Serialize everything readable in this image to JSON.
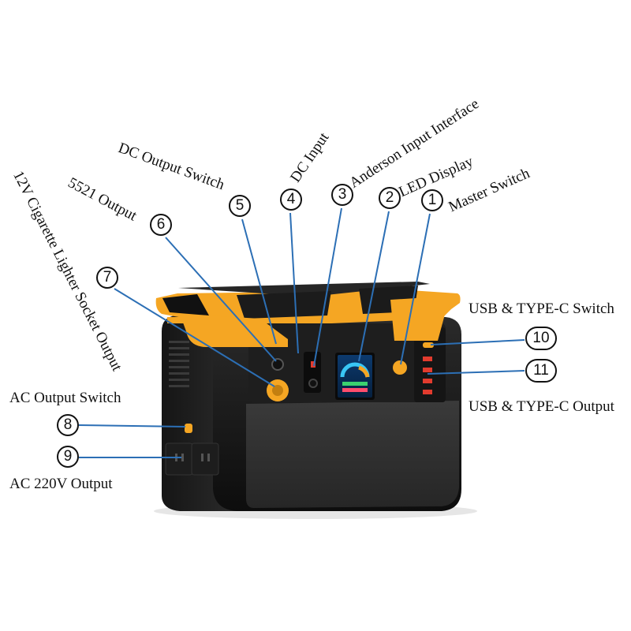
{
  "colors": {
    "accent": "#f5a623",
    "body": "#1a1a1a",
    "panel": "#2d2d2d",
    "leader": "#2c6fb5"
  },
  "callouts": [
    {
      "number": "1",
      "label": "Master Switch"
    },
    {
      "number": "2",
      "label": "LED Display"
    },
    {
      "number": "3",
      "label": "Anderson Input Interface"
    },
    {
      "number": "4",
      "label": "DC Input"
    },
    {
      "number": "5",
      "label": "DC Output Switch"
    },
    {
      "number": "6",
      "label": "5521 Output"
    },
    {
      "number": "7",
      "label": "12V Cigarette Lighter Socket Output"
    },
    {
      "number": "8",
      "label": "AC Output Switch"
    },
    {
      "number": "9",
      "label": "AC 220V Output"
    },
    {
      "number": "10",
      "label": "USB & TYPE-C Switch"
    },
    {
      "number": "11",
      "label": "USB & TYPE-C Output"
    }
  ]
}
